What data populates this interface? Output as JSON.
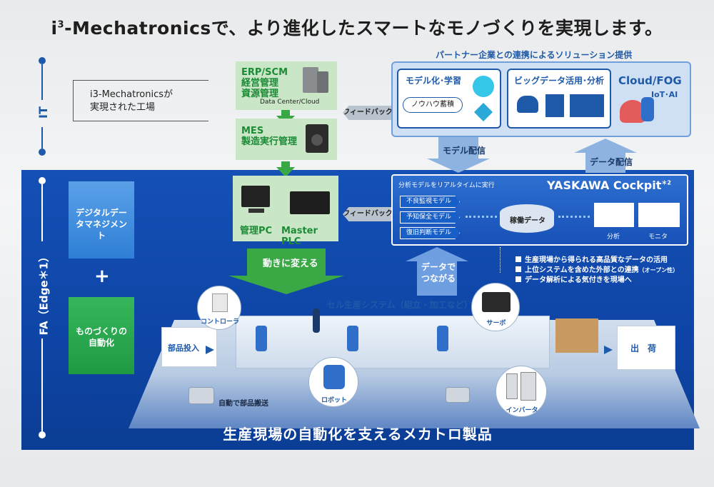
{
  "title": {
    "prefix": "i",
    "sup": "3",
    "rest": "-Mechatronicsで、より進化したスマートなモノづくりを実現します。"
  },
  "axis": {
    "it_label": "IT",
    "fa_label": "FA（Edge＊1）"
  },
  "note": {
    "line1": "i3-Mechatronicsが",
    "line2": "実現された工場"
  },
  "erp": {
    "line1": "ERP/SCM",
    "line2": "経営管理",
    "line3": "資源管理",
    "caption": "Data Center/Cloud"
  },
  "mes": {
    "line1": "MES",
    "line2": "製造実行管理"
  },
  "pc": {
    "label1": "管理PC",
    "label2": "Master PLC"
  },
  "feedback_top": "フィードバック",
  "feedback_mid": "フィードバック",
  "partner": {
    "title": "パートナー企業との連携によるソリューション提供"
  },
  "modeling": {
    "title": "モデル化･学習",
    "sub": "ノウハウ蓄積"
  },
  "bigdata": {
    "title": "ビッグデータ活用･分析"
  },
  "cloud": {
    "title": "Cloud/FOG",
    "sub": "IoT･AI"
  },
  "model_delivery": "モデル配信",
  "data_delivery": "データ配信",
  "cockpit": {
    "caption": "分析モデルをリアルタイムに実行",
    "brand": "YASKAWA Cockpit",
    "brand_note": "＊2",
    "pills": [
      "不良監視モデル",
      "予知保全モデル",
      "復旧判断モデル"
    ],
    "db_label": "稼働データ",
    "analysis_label": "分析",
    "monitor_label": "モニタ"
  },
  "data_connect": {
    "line1": "データで",
    "line2": "つながる"
  },
  "bullets": [
    "生産現場から得られる高品質なデータの活用",
    "上位システムを含めた外部との連携",
    "データ解析による気付きを現場へ"
  ],
  "bullet_open_note": "（オープン性）",
  "move": "動きに変える",
  "cubes": {
    "digital": "デジタルデータマネジメント",
    "plus": "+",
    "auto": "ものづくりの自動化"
  },
  "factory": {
    "controller": "コントローラ",
    "cell_system": "セル生産システム（組立・加工など）",
    "servo": "サーボ",
    "parts_in": "部品投入",
    "ship": "出　荷",
    "robot": "ロボット",
    "inverter": "インバータ",
    "auto_transport": "自動で部品搬送"
  },
  "bottom_title": "生産現場の自動化を支えるメカトロ製品",
  "colors": {
    "fa_blue": "#0e45a6",
    "green": "#3aa845",
    "light_blue": "#8fb3e0",
    "it_blue": "#1f5aa8"
  }
}
